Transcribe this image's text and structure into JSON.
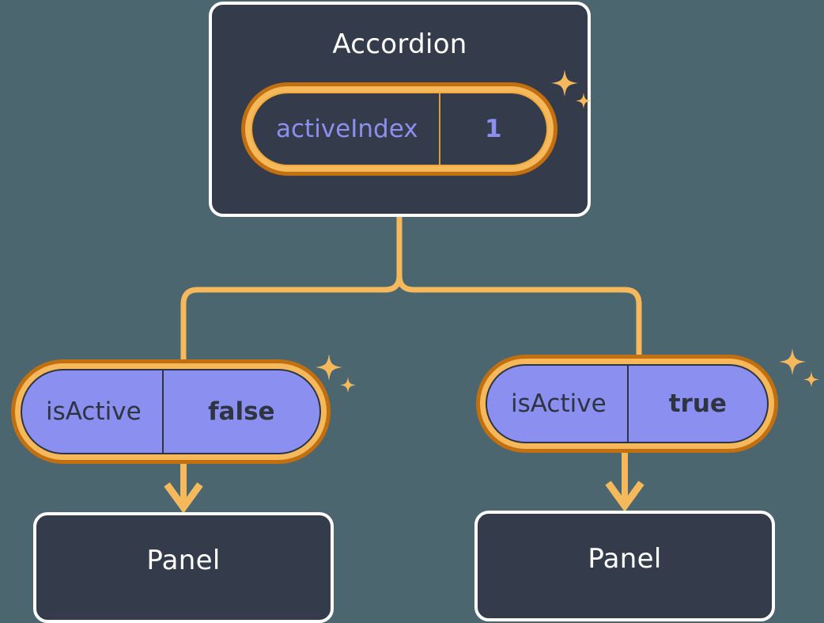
{
  "theme": {
    "background": "#4c6670",
    "card_fill": "#343b4a",
    "card_border": "#ffffff",
    "ring_outer": "#c2700f",
    "ring_inner": "#f5b95c",
    "connector": "#f5b95c",
    "pill_purple_fill": "#8b8ff0",
    "pill_dark_text": "#8b8ff0",
    "pill_purple_text": "#2e3440",
    "sparkle": "#f5b95c"
  },
  "root": {
    "title": "Accordion",
    "state": {
      "key": "activeIndex",
      "value": "1"
    }
  },
  "branches": [
    {
      "prop": {
        "key": "isActive",
        "value": "false"
      },
      "child": {
        "title": "Panel"
      }
    },
    {
      "prop": {
        "key": "isActive",
        "value": "true"
      },
      "child": {
        "title": "Panel"
      }
    }
  ],
  "icons": {
    "sparkle": "sparkle-icon",
    "arrow_down": "arrow-down-icon"
  }
}
